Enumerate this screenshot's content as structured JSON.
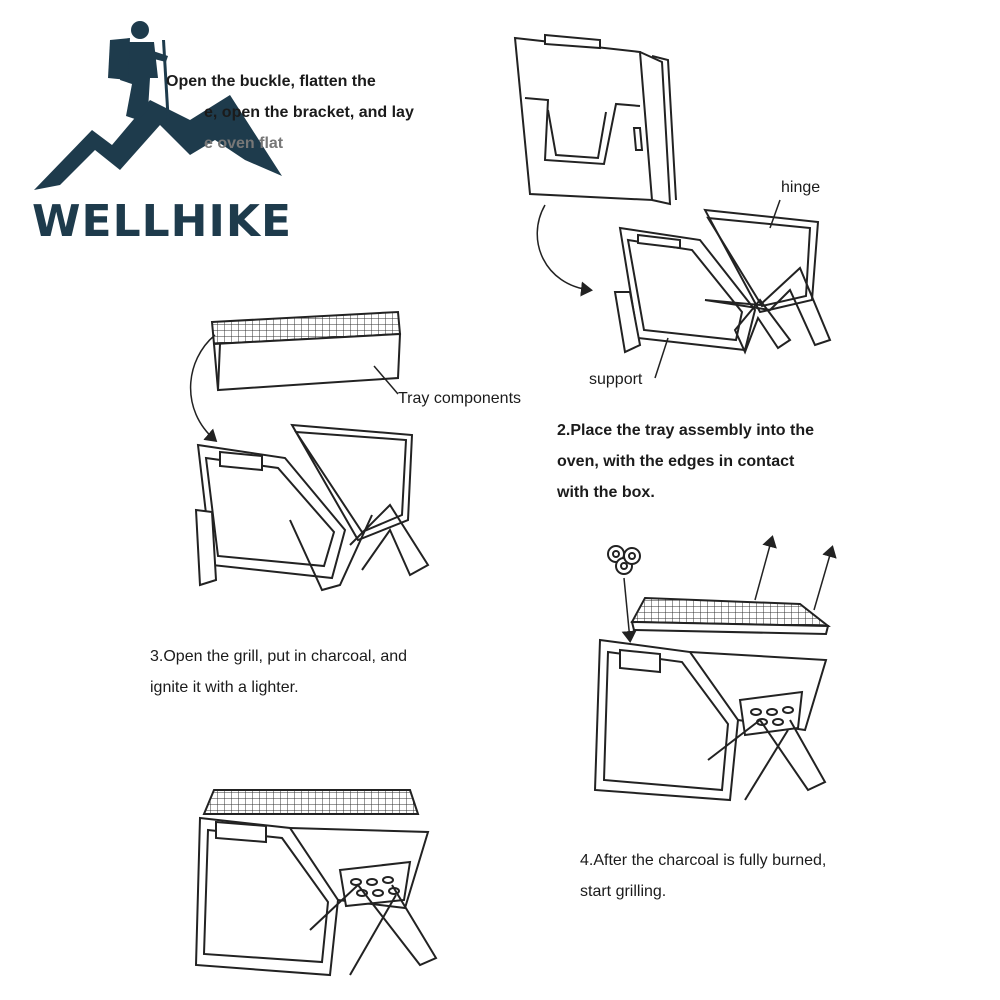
{
  "brand": {
    "name": "WELLHIKE",
    "color": "#1e3b4c"
  },
  "steps": [
    {
      "lines": [
        "Open the buckle, flatten the",
        "e, open the bracket, and lay",
        "e oven flat"
      ]
    },
    {
      "lines": [
        "2.Place the tray assembly into the",
        "oven, with the edges in contact",
        "with the box."
      ]
    },
    {
      "lines": [
        "3.Open the grill, put in charcoal, and",
        "ignite it with a lighter."
      ]
    },
    {
      "lines": [
        "4.After the charcoal is fully burned,",
        "start grilling."
      ]
    }
  ],
  "labels": {
    "hinge": "hinge",
    "support": "support",
    "tray": "Tray components"
  },
  "colors": {
    "line": "#222222",
    "text": "#1b1b1b"
  }
}
